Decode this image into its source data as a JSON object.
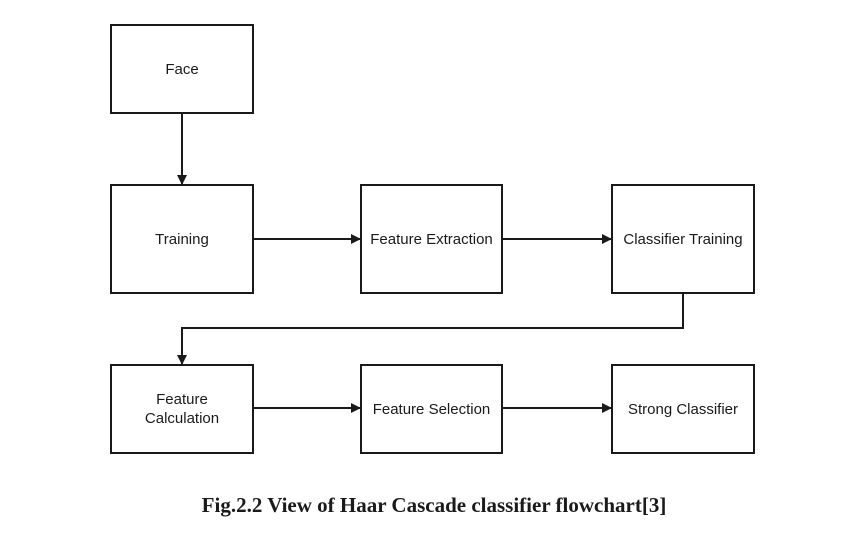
{
  "diagram": {
    "nodes": {
      "face": "Face",
      "training": "Training",
      "feature_extraction": "Feature Extraction",
      "classifier_training": "Classifier Training",
      "feature_calculation": "Feature Calculation",
      "feature_selection": "Feature Selection",
      "strong_classifier": "Strong Classifier"
    },
    "edges": [
      [
        "face",
        "training"
      ],
      [
        "training",
        "feature_extraction"
      ],
      [
        "feature_extraction",
        "classifier_training"
      ],
      [
        "classifier_training",
        "feature_calculation"
      ],
      [
        "feature_calculation",
        "feature_selection"
      ],
      [
        "feature_selection",
        "strong_classifier"
      ]
    ]
  },
  "caption": "Fig.2.2 View of Haar Cascade classifier flowchart[3]"
}
